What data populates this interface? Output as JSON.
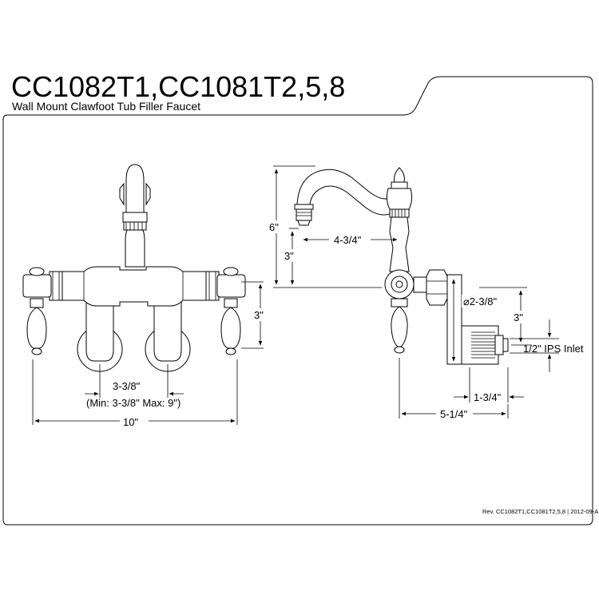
{
  "header": {
    "model_title": "CC1082T1,CC1081T2,5,8",
    "product_subtitle": "Wall Mount Clawfoot Tub Filler Faucet"
  },
  "front_view": {
    "handle_height": "3\"",
    "center_spacing": "3-3/8\"",
    "center_spacing_range": "(Min: 3-3/8\" Max: 9\")",
    "overall_width": "10\""
  },
  "side_view": {
    "total_height": "6\"",
    "spout_drop": "3\"",
    "spout_reach": "4-3/4\"",
    "flange_diameter": "⌀2-3/8\"",
    "inlet_height": "3\"",
    "inlet_size": "1/2\" IPS Inlet",
    "inlet_depth": "1-3/4\"",
    "wall_projection": "5-1/4\""
  },
  "footer": {
    "revision": "Rev. CC1082T1,CC1081T2,5,8 | 2012-09-A"
  }
}
